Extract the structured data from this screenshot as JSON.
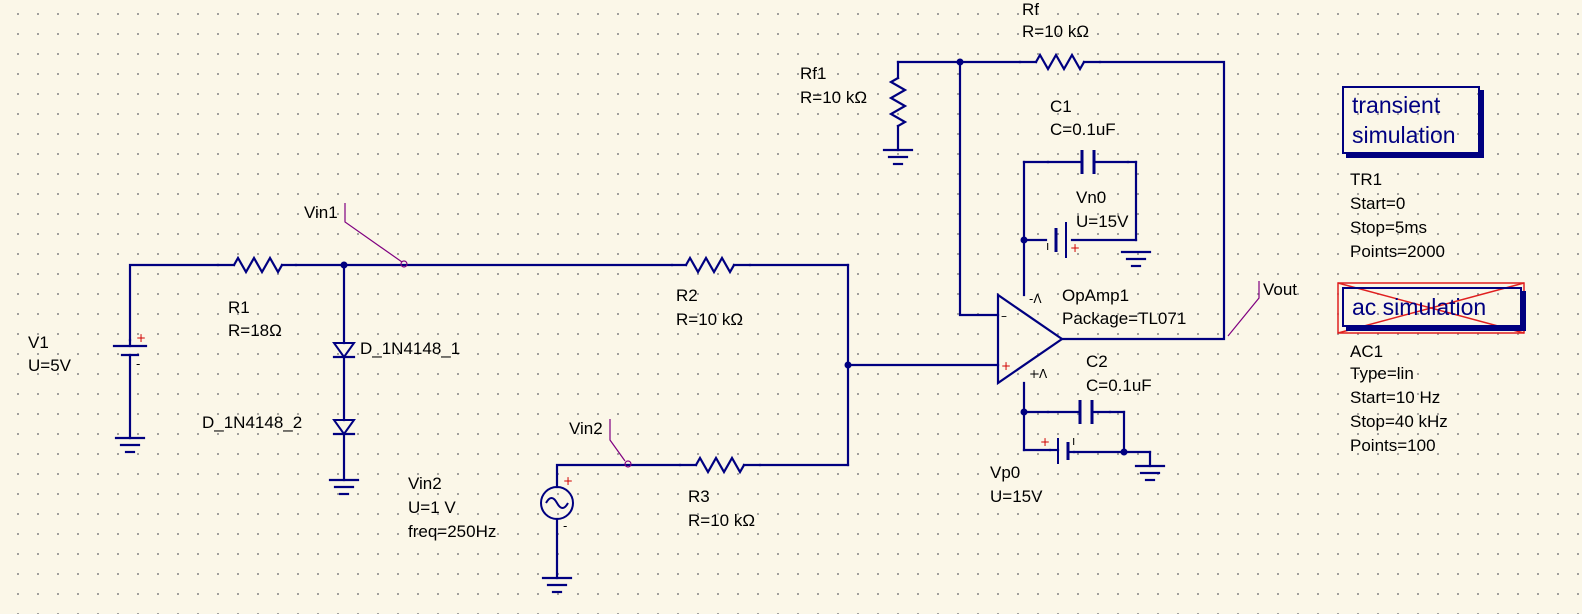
{
  "components": {
    "V1": {
      "name": "V1",
      "value": "U=5V"
    },
    "R1": {
      "name": "R1",
      "value": "R=18Ω"
    },
    "D1": {
      "name": "D_1N4148_1"
    },
    "D2": {
      "name": "D_1N4148_2"
    },
    "R2": {
      "name": "R2",
      "value": "R=10 kΩ"
    },
    "R3": {
      "name": "R3",
      "value": "R=10 kΩ"
    },
    "Vin2": {
      "name": "Vin2",
      "value": "U=1 V",
      "freq": "freq=250Hz"
    },
    "Rf1": {
      "name": "Rf1",
      "value": "R=10 kΩ"
    },
    "Rf": {
      "name": "Rf",
      "value": "R=10 kΩ"
    },
    "C1": {
      "name": "C1",
      "value": "C=0.1uF"
    },
    "C2": {
      "name": "C2",
      "value": "C=0.1uF"
    },
    "Vn0": {
      "name": "Vn0",
      "value": "U=15V"
    },
    "Vp0": {
      "name": "Vp0",
      "value": "U=15V"
    },
    "OpAmp1": {
      "name": "OpAmp1",
      "package": "Package=TL071"
    }
  },
  "nets": {
    "vin1": "Vin1",
    "vin2": "Vin2",
    "vout": "Vout"
  },
  "simulations": {
    "transient": {
      "title": "transient simulation",
      "name": "TR1",
      "params": [
        "Start=0",
        "Stop=5ms",
        "Points=2000"
      ],
      "disabled": false
    },
    "ac": {
      "title": "ac simulation",
      "name": "AC1",
      "params": [
        "Type=lin",
        "Start=10 Hz",
        "Stop=40 kHz",
        "Points=100"
      ],
      "disabled": true
    }
  },
  "colors": {
    "wire": "#000080",
    "background": "#fbf7e8",
    "label_wire": "#800080",
    "polarity": "#d00000",
    "disabled_cross": "#e02020"
  }
}
